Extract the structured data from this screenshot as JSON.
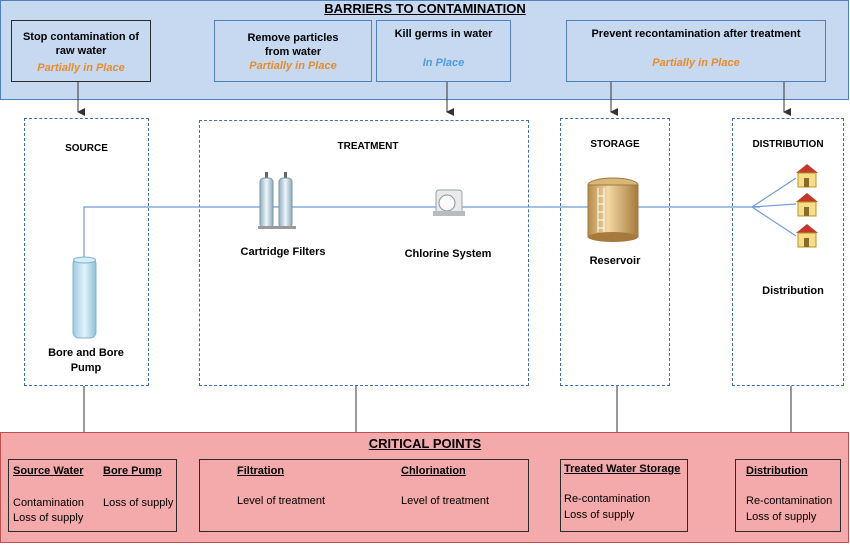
{
  "barriers": {
    "title": "BARRIERS TO CONTAMINATION",
    "items": [
      {
        "label": "Stop contamination of raw water",
        "status": "Partially in Place"
      },
      {
        "label": "Remove particles from water",
        "status": "Partially in Place"
      },
      {
        "label": "Kill germs in water",
        "status": "In Place"
      },
      {
        "label": "Prevent recontamination after treatment",
        "status": "Partially in Place"
      }
    ]
  },
  "stages": {
    "source": {
      "title": "SOURCE",
      "component": "Bore and Bore Pump"
    },
    "treatment": {
      "title": "TREATMENT",
      "filters": "Cartridge Filters",
      "chlorine": "Chlorine System"
    },
    "storage": {
      "title": "STORAGE",
      "component": "Reservoir"
    },
    "distribution": {
      "title": "DISTRIBUTION",
      "component": "Distribution"
    }
  },
  "critical_points": {
    "title": "CRITICAL POINTS",
    "source_water": {
      "heading": "Source Water",
      "line1": "Contamination",
      "line2": "Loss of supply"
    },
    "bore_pump": {
      "heading": "Bore Pump",
      "line1": "Loss of supply"
    },
    "filtration": {
      "heading": "Filtration",
      "line1": "Level of treatment"
    },
    "chlorination": {
      "heading": "Chlorination",
      "line1": "Level of treatment"
    },
    "storage": {
      "heading": "Treated Water Storage",
      "line1": "Re-contamination",
      "line2": "Loss of supply"
    },
    "distribution": {
      "heading": "Distribution",
      "line1": "Re-contamination",
      "line2": "Loss of supply"
    }
  },
  "colors": {
    "barrier_bg": "#c6d9f1",
    "critical_bg": "#f4a9ab",
    "partial_status": "#e98a2c",
    "in_place_status": "#4f9be0",
    "pipe": "#6f9bd8"
  },
  "icons": [
    "bore-pipe-icon",
    "cartridge-filter-icon",
    "chlorine-system-icon",
    "reservoir-tank-icon",
    "house-icon"
  ]
}
